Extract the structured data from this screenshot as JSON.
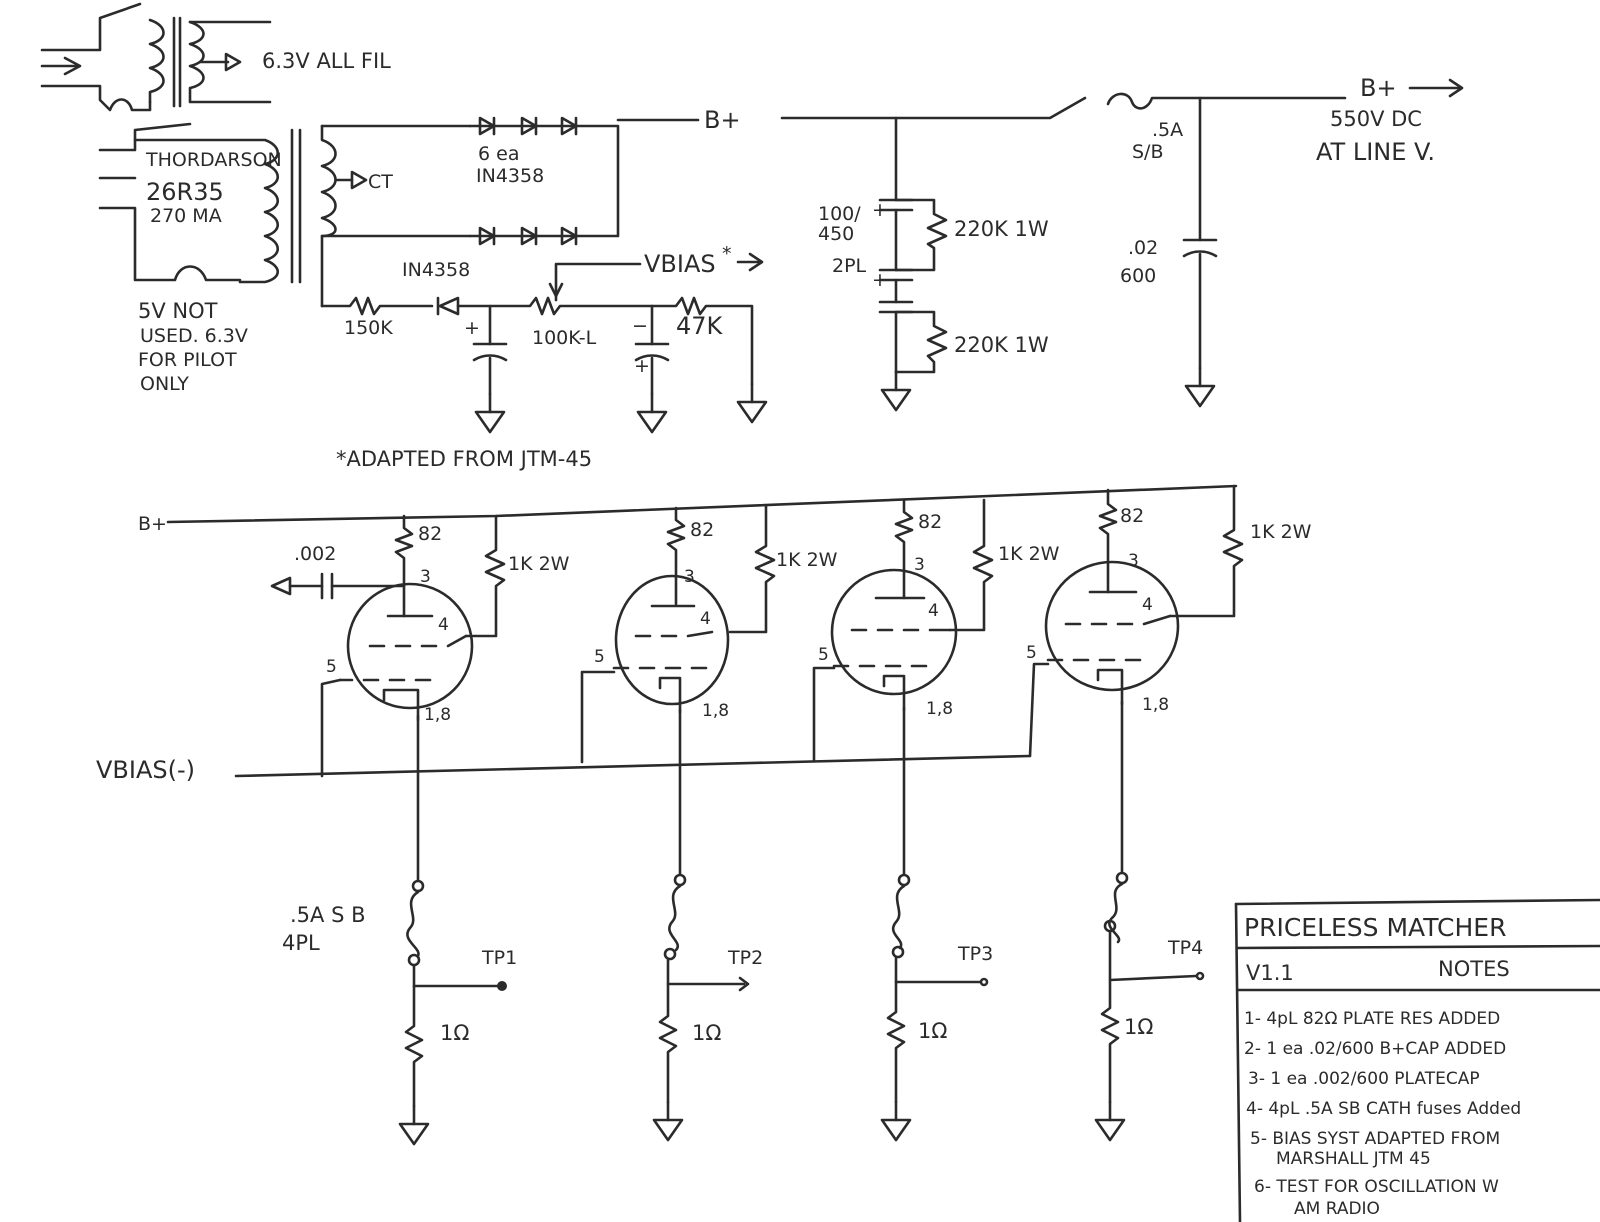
{
  "power": {
    "fil_label": "6.3V ALL FIL",
    "xfmr_name": "THORDARSON",
    "xfmr_model": "26R35",
    "xfmr_current": "270 MA",
    "ct_label": "CT",
    "notused_1": "5V NOT",
    "notused_2": "USED. 6.3V",
    "notused_3": "FOR PILOT",
    "notused_4": "ONLY",
    "diode_count": "6 ea",
    "diode_part": "IN4358",
    "bplus_label": "B+",
    "fuse_1": ".5A",
    "fuse_2": "S/B",
    "bplus_out": "B+",
    "out_voltage": "550V DC",
    "out_note": "AT LINE V.",
    "cap_value_1": "100/",
    "cap_value_2": "450",
    "cap_qty": "2PL",
    "bleeder_1": "220K 1W",
    "bleeder_2": "220K 1W",
    "filter_cap_1": ".02",
    "filter_cap_2": "600"
  },
  "bias": {
    "diode": "IN4358",
    "r1": "150K",
    "pot": "100K-L",
    "r2": "47K",
    "vbias": "VBIAS",
    "footnote": "*ADAPTED FROM JTM-45"
  },
  "tubes": {
    "bplus": "B+",
    "vbias": "VBIAS(-)",
    "platecap": ".002",
    "plate_r": "82",
    "screen_r": "1K 2W",
    "pin_plate": "3",
    "pin_screen": "4",
    "pin_grid": "5",
    "pin_cathode": "1,8",
    "fuse_1": ".5A S B",
    "fuse_2": "4PL",
    "cath_r": "1Ω",
    "tp": [
      "TP1",
      "TP2",
      "TP3",
      "TP4"
    ]
  },
  "notes_box": {
    "title": "PRICELESS MATCHER",
    "version": "V1.1",
    "heading": "NOTES",
    "items": [
      "1- 4pL 82Ω PLATE RES ADDED",
      "2- 1 ea .02/600 B+CAP ADDED",
      "3- 1 ea .002/600 PLATECAP",
      "4- 4pL .5A SB CATH fuses Added",
      "5- BIAS SYST ADAPTED FROM",
      "MARSHALL JTM 45",
      "6- TEST FOR OSCILLATION W",
      "AM RADIO"
    ]
  }
}
